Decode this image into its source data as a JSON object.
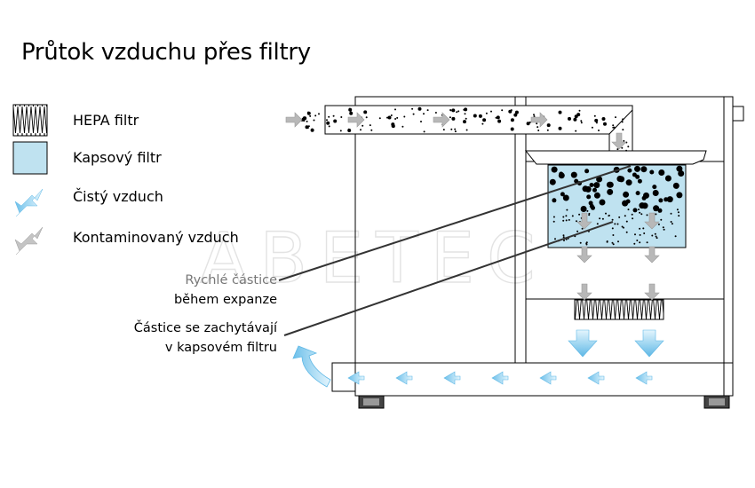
{
  "title": "Průtok vzduchu přes filtry",
  "legend": {
    "hepa": "HEPA filtr",
    "pocket": "Kapsový filtr",
    "clean": "Čistý vzduch",
    "contaminated": "Kontaminovaný vzduch"
  },
  "callouts": {
    "fast_line1": "Rychlé částice",
    "fast_line2": "během expanze",
    "caught_line1": "Částice se zachytávají",
    "caught_line2": "v kapsovém filtru"
  },
  "colors": {
    "clean_air": "#7fc8ec",
    "pocket_fill": "#bfe2f0",
    "contaminated_air": "#b3b3b3",
    "line": "#000000"
  },
  "icons": [
    "hepa-filter-icon",
    "pocket-filter-icon",
    "clean-air-arrow-icon",
    "contaminated-air-arrow-icon"
  ]
}
